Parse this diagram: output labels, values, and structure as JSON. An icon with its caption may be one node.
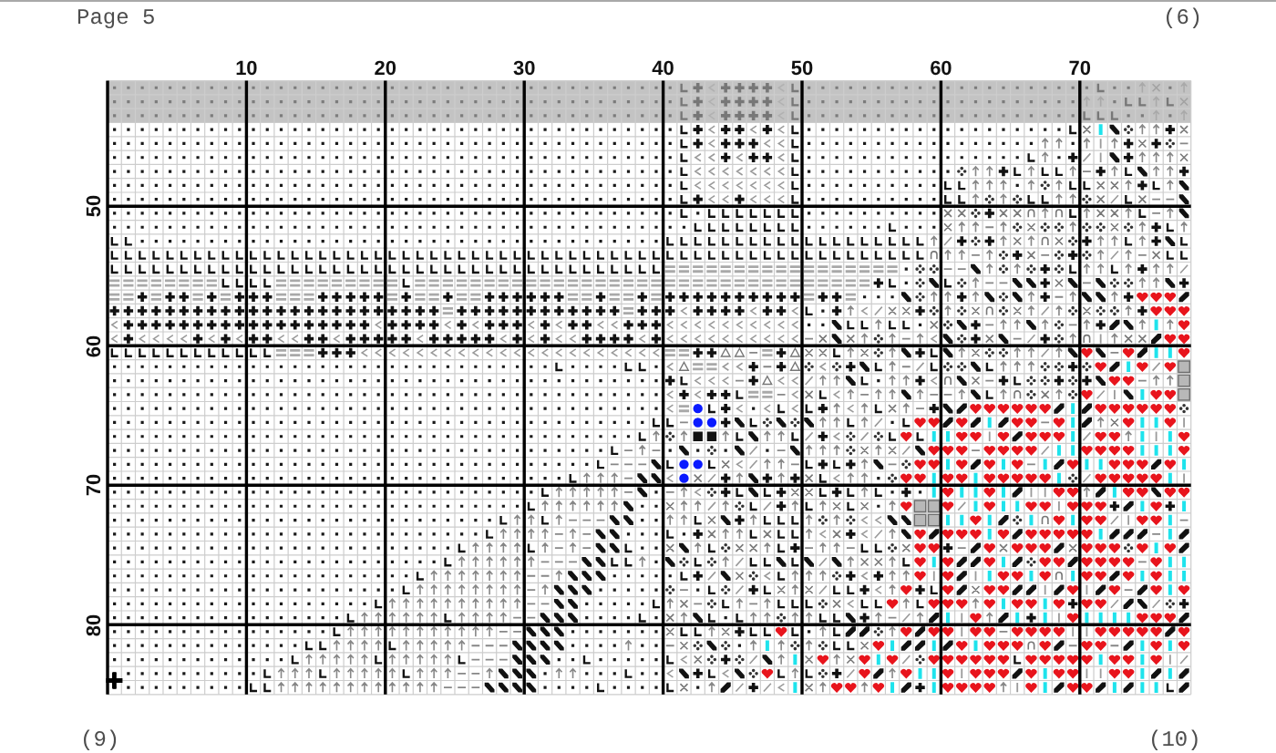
{
  "diagram": {
    "labels": [
      "Page 5",
      "(6)",
      "10",
      "20",
      "30",
      "40",
      "50",
      "60",
      "70",
      "50",
      "60",
      "70",
      "80",
      "(9)",
      "(10)"
    ]
  }
}
